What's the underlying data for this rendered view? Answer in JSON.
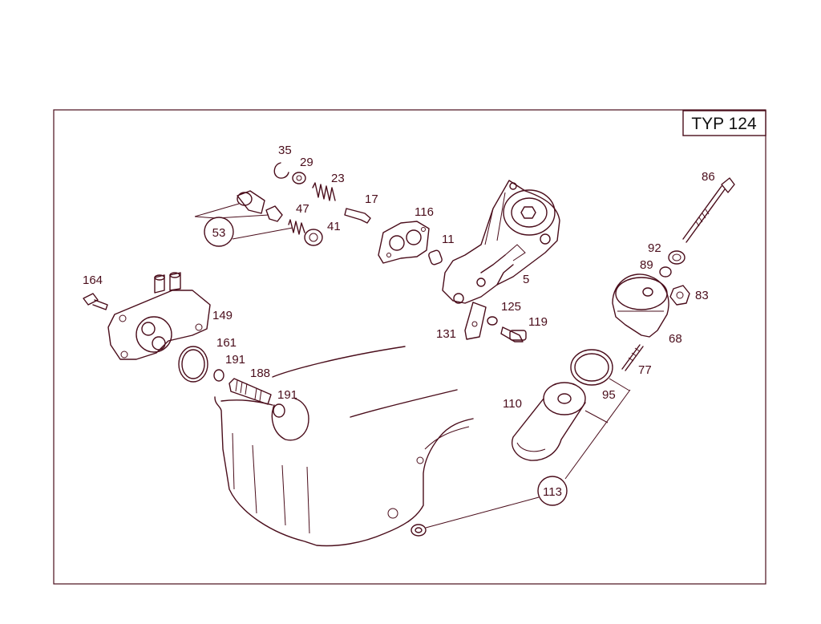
{
  "type_label": "TYP 124",
  "labels": {
    "l35": "35",
    "l29": "29",
    "l23": "23",
    "l17": "17",
    "l116": "116",
    "l11": "11",
    "l5": "5",
    "l47": "47",
    "l41": "41",
    "l53": "53",
    "l164": "164",
    "l149": "149",
    "l161": "161",
    "l191a": "191",
    "l188": "188",
    "l191b": "191",
    "l125": "125",
    "l119": "119",
    "l131": "131",
    "l86": "86",
    "l92": "92",
    "l89": "89",
    "l83": "83",
    "l68": "68",
    "l77": "77",
    "l95": "95",
    "l110": "110",
    "l113": "113"
  },
  "colors": {
    "line": "#4a0d1b",
    "background": "#ffffff"
  }
}
